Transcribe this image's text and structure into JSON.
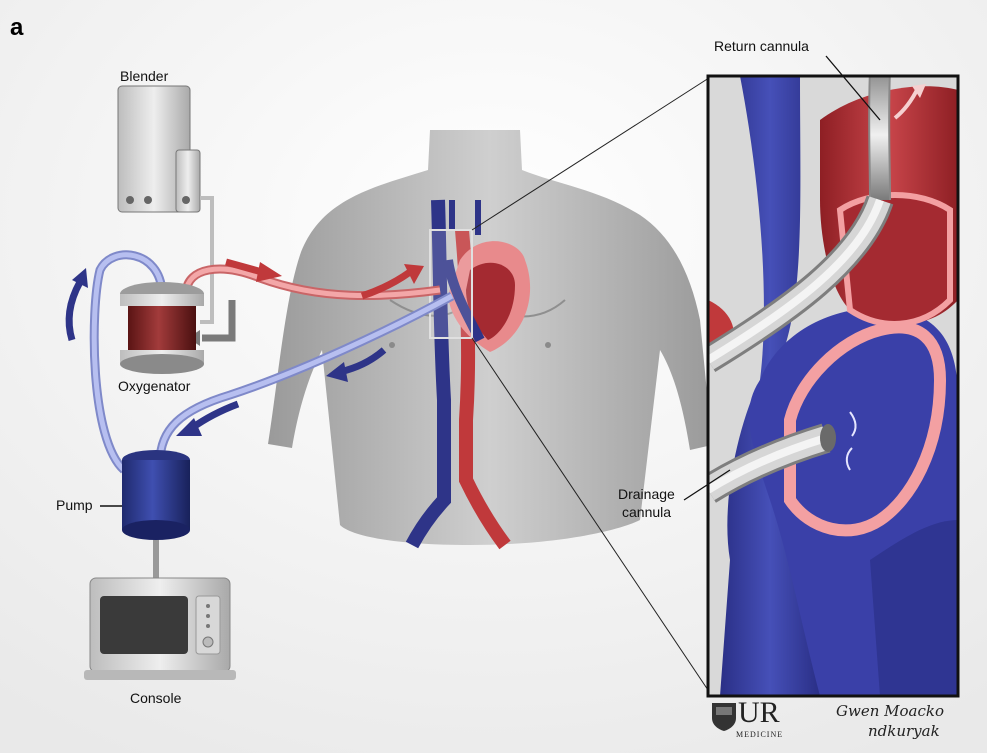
{
  "figure": {
    "panel_letter": "a"
  },
  "labels": {
    "blender": "Blender",
    "oxygenator": "Oxygenator",
    "pump": "Pump",
    "console": "Console",
    "return_cannula": "Return cannula",
    "drainage_cannula_line1": "Drainage",
    "drainage_cannula_line2": "cannula"
  },
  "logo": {
    "letters": "UR",
    "subtitle": "MEDICINE"
  },
  "signature": {
    "line1": "Gwen Moacko",
    "line2": "ndkuryak"
  },
  "colors": {
    "oxygenated": "#c0393b",
    "deoxygenated": "#2e3488",
    "tube_light_blue": "#a8b0e8",
    "tube_pink": "#e88a8c",
    "device_gray": "#d0d0d0"
  }
}
